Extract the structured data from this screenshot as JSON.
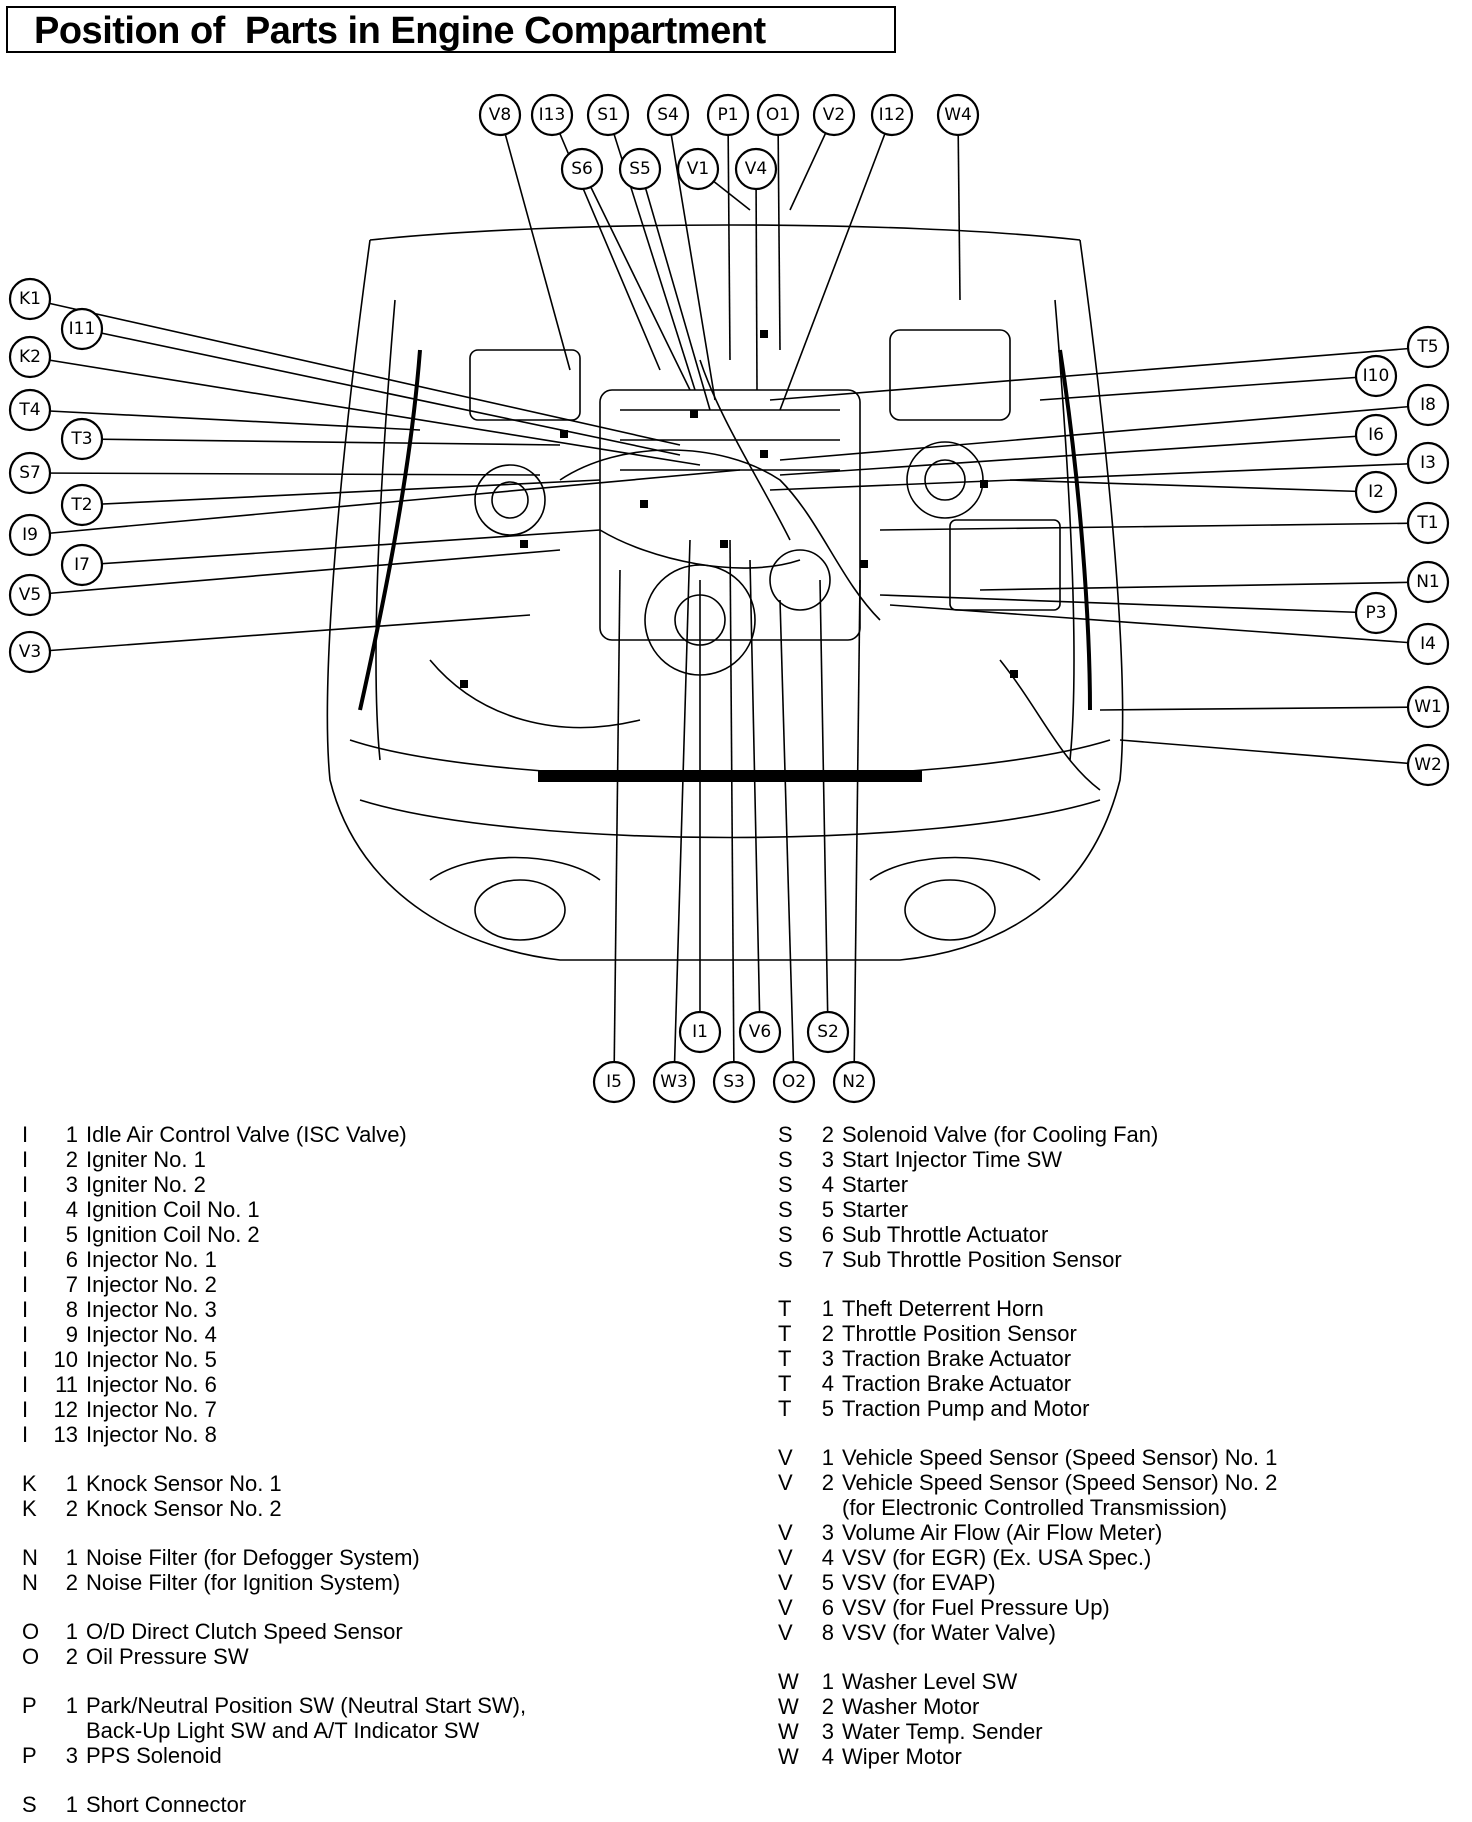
{
  "title": "Position of  Parts in Engine Compartment",
  "callouts": [
    {
      "code": "V8"
    },
    {
      "code": "I13"
    },
    {
      "code": "S1"
    },
    {
      "code": "S4"
    },
    {
      "code": "P1"
    },
    {
      "code": "O1"
    },
    {
      "code": "V2"
    },
    {
      "code": "I12"
    },
    {
      "code": "W4"
    },
    {
      "code": "S6"
    },
    {
      "code": "S5"
    },
    {
      "code": "V1"
    },
    {
      "code": "V4"
    },
    {
      "code": "K1"
    },
    {
      "code": "I11"
    },
    {
      "code": "K2"
    },
    {
      "code": "T4"
    },
    {
      "code": "T3"
    },
    {
      "code": "S7"
    },
    {
      "code": "T2"
    },
    {
      "code": "I9"
    },
    {
      "code": "I7"
    },
    {
      "code": "V5"
    },
    {
      "code": "V3"
    },
    {
      "code": "T5"
    },
    {
      "code": "I10"
    },
    {
      "code": "I8"
    },
    {
      "code": "I6"
    },
    {
      "code": "I3"
    },
    {
      "code": "I2"
    },
    {
      "code": "T1"
    },
    {
      "code": "N1"
    },
    {
      "code": "P3"
    },
    {
      "code": "I4"
    },
    {
      "code": "W1"
    },
    {
      "code": "W2"
    },
    {
      "code": "I1"
    },
    {
      "code": "V6"
    },
    {
      "code": "S2"
    },
    {
      "code": "I5"
    },
    {
      "code": "W3"
    },
    {
      "code": "S3"
    },
    {
      "code": "O2"
    },
    {
      "code": "N2"
    }
  ],
  "legend_left": [
    {
      "letter": "I",
      "num": "1",
      "name": "Idle Air Control Valve (ISC Valve)"
    },
    {
      "letter": "I",
      "num": "2",
      "name": "Igniter No. 1"
    },
    {
      "letter": "I",
      "num": "3",
      "name": "Igniter No. 2"
    },
    {
      "letter": "I",
      "num": "4",
      "name": "Ignition Coil No. 1"
    },
    {
      "letter": "I",
      "num": "5",
      "name": "Ignition Coil No. 2"
    },
    {
      "letter": "I",
      "num": "6",
      "name": "Injector No. 1"
    },
    {
      "letter": "I",
      "num": "7",
      "name": "Injector No. 2"
    },
    {
      "letter": "I",
      "num": "8",
      "name": "Injector No. 3"
    },
    {
      "letter": "I",
      "num": "9",
      "name": "Injector No. 4"
    },
    {
      "letter": "I",
      "num": "10",
      "name": "Injector No. 5"
    },
    {
      "letter": "I",
      "num": "11",
      "name": "Injector No. 6"
    },
    {
      "letter": "I",
      "num": "12",
      "name": "Injector No. 7"
    },
    {
      "letter": "I",
      "num": "13",
      "name": "Injector No. 8"
    },
    {
      "gap": true
    },
    {
      "letter": "K",
      "num": "1",
      "name": "Knock Sensor No. 1"
    },
    {
      "letter": "K",
      "num": "2",
      "name": "Knock Sensor No. 2"
    },
    {
      "gap": true
    },
    {
      "letter": "N",
      "num": "1",
      "name": "Noise Filter (for Defogger System)"
    },
    {
      "letter": "N",
      "num": "2",
      "name": "Noise Filter (for Ignition System)"
    },
    {
      "gap": true
    },
    {
      "letter": "O",
      "num": "1",
      "name": "O/D Direct Clutch Speed Sensor"
    },
    {
      "letter": "O",
      "num": "2",
      "name": "Oil Pressure SW"
    },
    {
      "gap": true
    },
    {
      "letter": "P",
      "num": "1",
      "name": "Park/Neutral Position SW (Neutral Start SW),"
    },
    {
      "letter": "",
      "num": "",
      "name": "Back-Up Light SW and A/T Indicator SW"
    },
    {
      "letter": "P",
      "num": "3",
      "name": "PPS Solenoid"
    },
    {
      "gap": true
    },
    {
      "letter": "S",
      "num": "1",
      "name": "Short Connector"
    }
  ],
  "legend_right": [
    {
      "letter": "S",
      "num": "2",
      "name": "Solenoid Valve (for Cooling Fan)"
    },
    {
      "letter": "S",
      "num": "3",
      "name": "Start Injector Time SW"
    },
    {
      "letter": "S",
      "num": "4",
      "name": "Starter"
    },
    {
      "letter": "S",
      "num": "5",
      "name": "Starter"
    },
    {
      "letter": "S",
      "num": "6",
      "name": "Sub Throttle Actuator"
    },
    {
      "letter": "S",
      "num": "7",
      "name": "Sub Throttle Position Sensor"
    },
    {
      "gap": true
    },
    {
      "letter": "T",
      "num": "1",
      "name": "Theft Deterrent Horn"
    },
    {
      "letter": "T",
      "num": "2",
      "name": "Throttle Position Sensor"
    },
    {
      "letter": "T",
      "num": "3",
      "name": "Traction Brake Actuator"
    },
    {
      "letter": "T",
      "num": "4",
      "name": "Traction Brake Actuator"
    },
    {
      "letter": "T",
      "num": "5",
      "name": "Traction Pump and Motor"
    },
    {
      "gap": true
    },
    {
      "letter": "V",
      "num": "1",
      "name": "Vehicle Speed Sensor (Speed Sensor) No. 1"
    },
    {
      "letter": "V",
      "num": "2",
      "name": "Vehicle Speed Sensor (Speed Sensor) No. 2"
    },
    {
      "letter": "",
      "num": "",
      "name": "(for Electronic Controlled Transmission)"
    },
    {
      "letter": "V",
      "num": "3",
      "name": "Volume Air Flow (Air Flow Meter)"
    },
    {
      "letter": "V",
      "num": "4",
      "name": "VSV (for EGR) (Ex. USA Spec.)"
    },
    {
      "letter": "V",
      "num": "5",
      "name": "VSV (for EVAP)"
    },
    {
      "letter": "V",
      "num": "6",
      "name": "VSV (for Fuel Pressure Up)"
    },
    {
      "letter": "V",
      "num": "8",
      "name": "VSV (for Water Valve)"
    },
    {
      "gap": true
    },
    {
      "letter": "W",
      "num": "1",
      "name": "Washer Level SW"
    },
    {
      "letter": "W",
      "num": "2",
      "name": "Washer Motor"
    },
    {
      "letter": "W",
      "num": "3",
      "name": "Water Temp. Sender"
    },
    {
      "letter": "W",
      "num": "4",
      "name": "Wiper Motor"
    }
  ]
}
